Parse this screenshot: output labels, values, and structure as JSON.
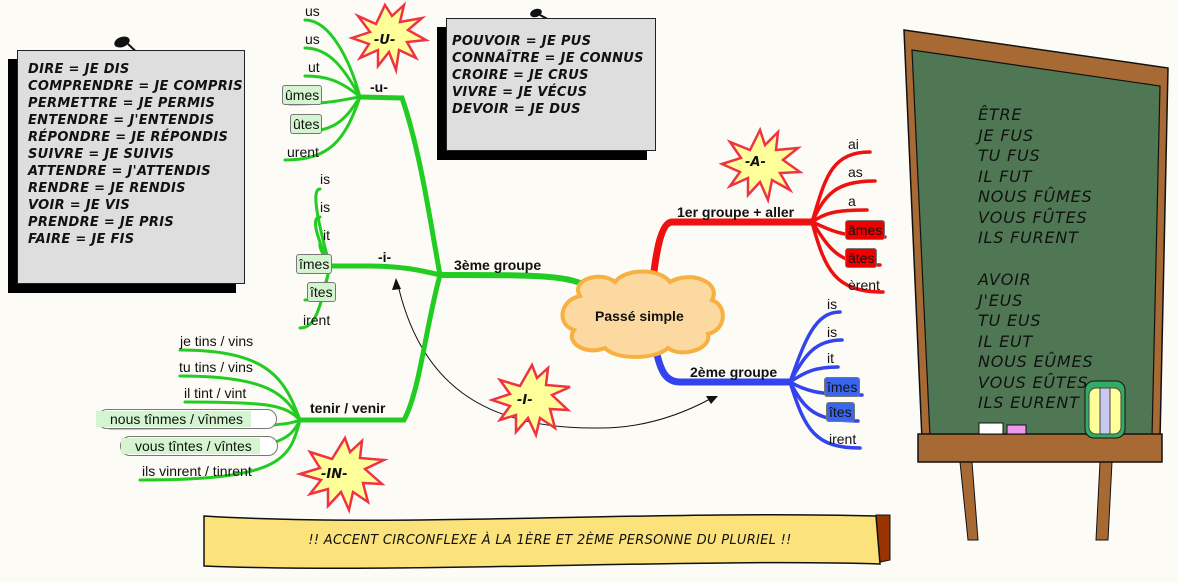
{
  "colors": {
    "green_branch": "#22cc22",
    "red_branch": "#ee1111",
    "blue_branch": "#3344ee",
    "cloud_fill": "#fbd9a0",
    "cloud_stroke": "#f8b040",
    "board_green": "#4f7754",
    "board_wood": "#a86a35",
    "note_bg": "#dedede",
    "banner_bg": "#fbe27a"
  },
  "central_node": "Passé simple",
  "notes": {
    "left": [
      "DIRE = JE DIS",
      "COMPRENDRE = JE COMPRIS",
      "PERMETTRE = JE PERMIS",
      "ENTENDRE = J'ENTENDIS",
      "RÉPONDRE = JE RÉPONDIS",
      "SUIVRE = JE SUIVIS",
      "ATTENDRE = J'ATTENDIS",
      "RENDRE = JE RENDIS",
      "VOIR = JE VIS",
      "PRENDRE = JE PRIS",
      "FAIRE = JE FIS"
    ],
    "top": [
      "POUVOIR = JE PUS",
      "CONNAÎTRE = JE CONNUS",
      "CROIRE = JE CRUS",
      "VIVRE = JE VÉCUS",
      "DEVOIR = JE DUS"
    ]
  },
  "groups": {
    "third": {
      "label": "3ème groupe",
      "u": {
        "label": "-u-",
        "endings": [
          "us",
          "us",
          "ut",
          "ûmes",
          "ûtes",
          "urent"
        ]
      },
      "i": {
        "label": "-i-",
        "endings": [
          "is",
          "is",
          "it",
          "îmes",
          "îtes",
          "irent"
        ]
      },
      "in": {
        "label": "tenir / venir",
        "endings": [
          "je tins / vins",
          "tu tins / vins",
          "il tint /  vint",
          "nous tînmes /  vînmes",
          "vous tîntes /  vîntes",
          "ils vinrent / tinrent"
        ]
      }
    },
    "first": {
      "label": "1er groupe + aller",
      "endings": [
        "ai",
        "as",
        "a",
        "âmes",
        "âtes",
        "èrent"
      ]
    },
    "second": {
      "label": "2ème groupe",
      "endings": [
        "is",
        "is",
        "it",
        "îmes",
        "îtes",
        "irent"
      ]
    }
  },
  "bursts": {
    "u": "-U-",
    "a": "-A-",
    "i": "-I-",
    "in": "-IN-"
  },
  "blackboard": {
    "etre": [
      "ÊTRE",
      "JE FUS",
      "TU FUS",
      "IL FUT",
      "NOUS FÛMES",
      "VOUS FÛTES",
      "ILS FURENT"
    ],
    "avoir": [
      "AVOIR",
      "J'EUS",
      "TU EUS",
      "IL EUT",
      "NOUS EÛMES",
      "VOUS EÛTES",
      "ILS EURENT"
    ]
  },
  "banner": "!! ACCENT CIRCONFLEXE À LA 1ÈRE ET 2ÈME PERSONNE DU PLURIEL !!"
}
